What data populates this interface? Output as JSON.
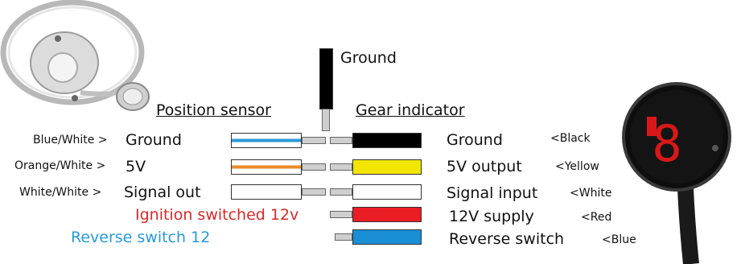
{
  "ground_top": "Ground",
  "headers": {
    "sensor": "Position sensor",
    "indicator": "Gear indicator"
  },
  "rows": [
    {
      "left_color_label": "Blue/White >",
      "left_label": "Ground",
      "right_label": "Ground",
      "right_color_label": "<Black",
      "sensor_colors": [
        "#ffffff",
        "#2a9ad8"
      ],
      "indicator_color": "#000000"
    },
    {
      "left_color_label": "Orange/White >",
      "left_label": "5V",
      "right_label": "5V output",
      "right_color_label": "<Yellow",
      "sensor_colors": [
        "#ffffff",
        "#e88a2a"
      ],
      "indicator_color": "#f2e600"
    },
    {
      "left_color_label": "White/White >",
      "left_label": "Signal out",
      "right_label": "Signal input",
      "right_color_label": "<White",
      "sensor_colors": [
        "#ffffff",
        "#ffffff"
      ],
      "indicator_color": "#ffffff"
    },
    {
      "left_label": "Ignition switched 12v",
      "right_label": "12V supply",
      "right_color_label": "<Red",
      "indicator_color": "#ea1c24",
      "left_text_color": "#d42a2a"
    },
    {
      "left_label": "Reverse switch 12",
      "right_label": "Reverse switch",
      "right_color_label": "<Blue",
      "indicator_color": "#1a8fd6",
      "left_text_color": "#2a9ad8"
    }
  ],
  "display_digit": "8",
  "display_color": "#d81818"
}
